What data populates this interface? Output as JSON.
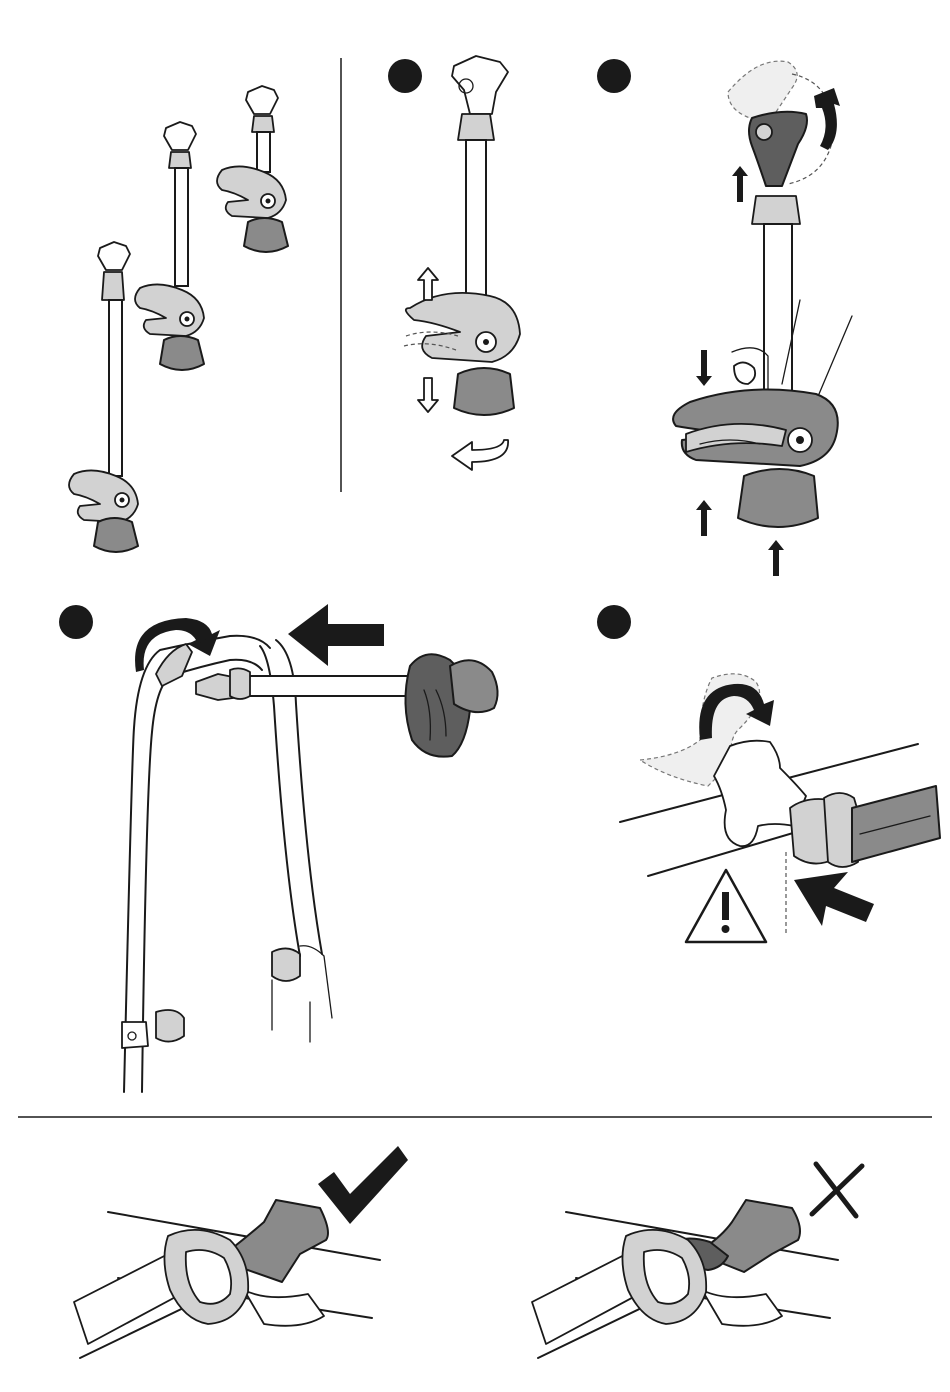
{
  "colors": {
    "line": "#1a1a1a",
    "grey": "#8a8a8a",
    "light_grey": "#d2d2d2",
    "dark_grey": "#5e5e5e",
    "background": "#ffffff"
  },
  "steps": [
    {
      "marker": "step-1-marker",
      "icon": "filled-circle-icon"
    },
    {
      "marker": "step-2-marker",
      "icon": "filled-circle-icon"
    },
    {
      "marker": "step-3-marker",
      "icon": "filled-circle-icon"
    },
    {
      "marker": "step-4-marker",
      "icon": "filled-circle-icon"
    }
  ],
  "icons": {
    "correct": "check-mark-icon",
    "incorrect": "cross-mark-icon",
    "warning": "warning-triangle-icon",
    "arrows": [
      "up-arrow-icon",
      "down-arrow-icon",
      "rotate-arrow-icon",
      "push-arrow-icon"
    ]
  }
}
